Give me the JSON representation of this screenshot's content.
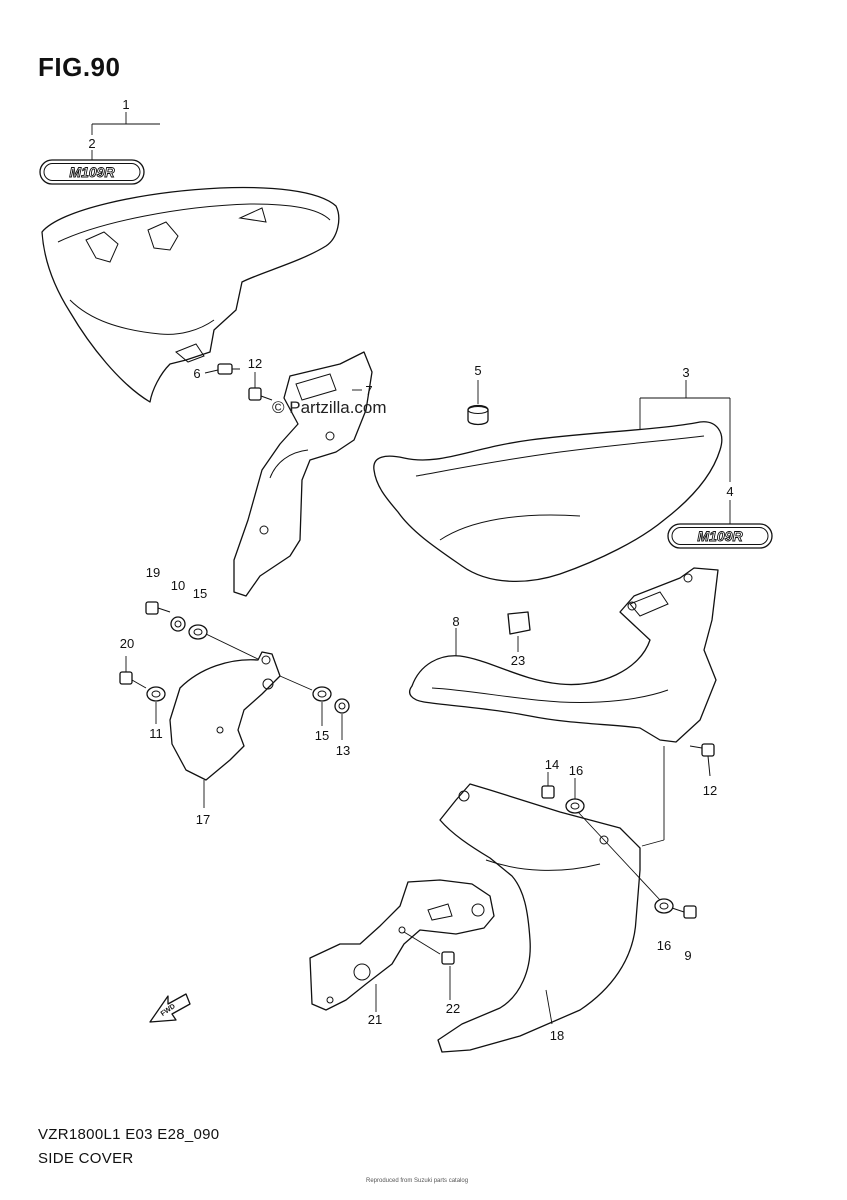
{
  "figure": {
    "title": "FIG.90",
    "model_code": "VZR1800L1 E03 E28_090",
    "section_name": "SIDE COVER",
    "watermark": "© Partzilla.com",
    "fine_print": "Reproduced from Suzuki parts catalog"
  },
  "emblems": {
    "emblem_top": "M109R",
    "emblem_right": "M109R"
  },
  "fwd_arrow": "FWD",
  "callouts": {
    "c1": "1",
    "c2": "2",
    "c3": "3",
    "c4": "4",
    "c5": "5",
    "c6": "6",
    "c7": "7",
    "c8": "8",
    "c9": "9",
    "c10": "10",
    "c11": "11",
    "c12a": "12",
    "c12b": "12",
    "c13": "13",
    "c14": "14",
    "c15a": "15",
    "c15b": "15",
    "c16a": "16",
    "c16b": "16",
    "c17": "17",
    "c18": "18",
    "c19": "19",
    "c20": "20",
    "c21": "21",
    "c22": "22",
    "c23": "23"
  }
}
